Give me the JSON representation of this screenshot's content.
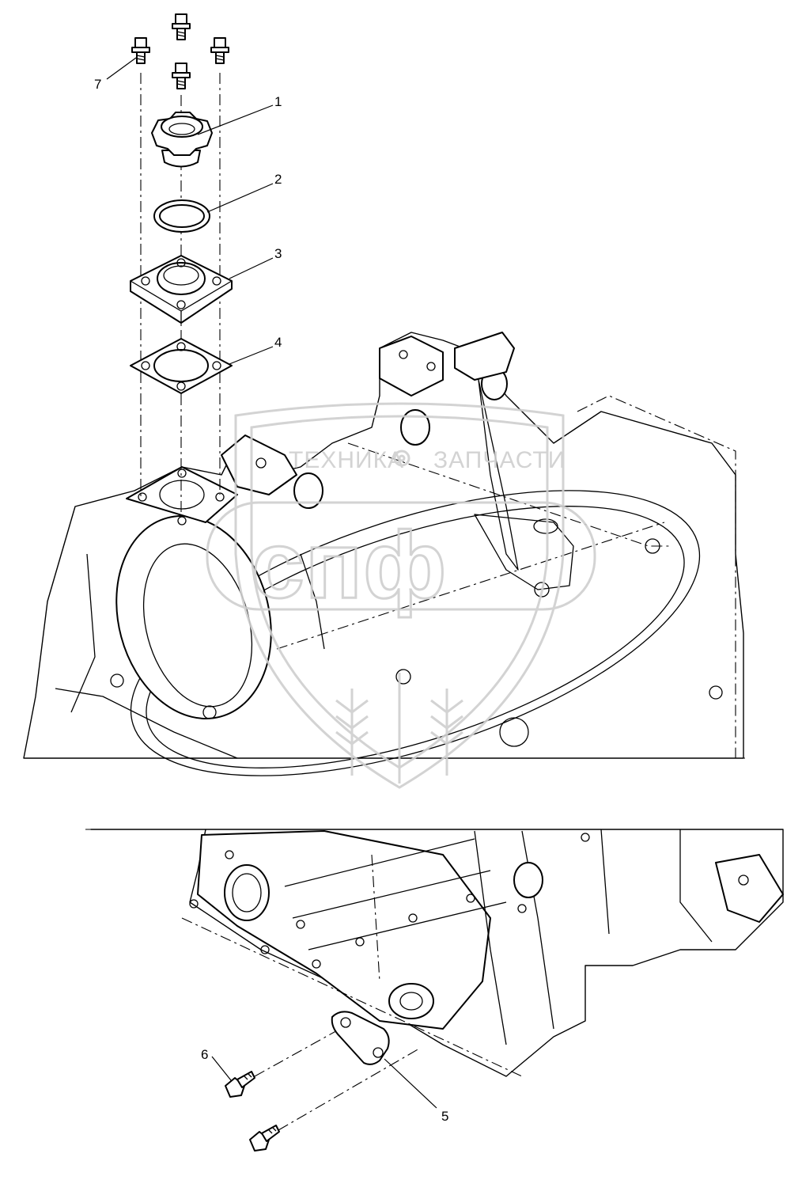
{
  "watermark": {
    "text_left": "ТЕХНИКА",
    "text_right": "ЗАПЧАСТИ",
    "logo_letters": "спф",
    "color": "#cfcfcf",
    "icon": "gear-icon"
  },
  "callouts": [
    {
      "id": "1",
      "label": "1"
    },
    {
      "id": "2",
      "label": "2"
    },
    {
      "id": "3",
      "label": "3"
    },
    {
      "id": "4",
      "label": "4"
    },
    {
      "id": "5",
      "label": "5"
    },
    {
      "id": "6",
      "label": "6"
    },
    {
      "id": "7",
      "label": "7"
    }
  ]
}
